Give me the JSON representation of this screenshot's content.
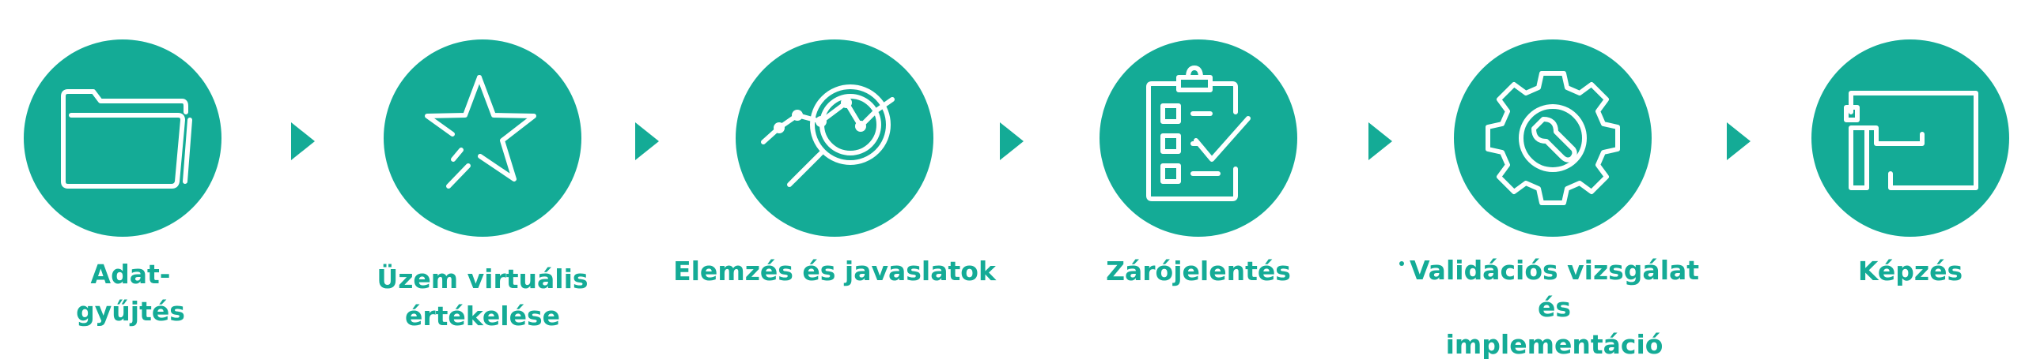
{
  "colors": {
    "accent": "#14ab96",
    "background": "#ffffff",
    "icon": "#ffffff"
  },
  "steps": [
    {
      "label": "Adat-\ngyűjtés",
      "icon": "folder-icon"
    },
    {
      "label": "Üzem virtuális\nértékelése",
      "icon": "star-icon"
    },
    {
      "label": "Elemzés és javaslatok",
      "icon": "magnifier-chart-icon"
    },
    {
      "label": "Zárójelentés",
      "icon": "checklist-clipboard-icon"
    },
    {
      "label": "Validációs vizsgálat és\nimplementáció",
      "icon": "gear-wrench-icon"
    },
    {
      "label": "Képzés",
      "icon": "presentation-board-icon"
    }
  ]
}
